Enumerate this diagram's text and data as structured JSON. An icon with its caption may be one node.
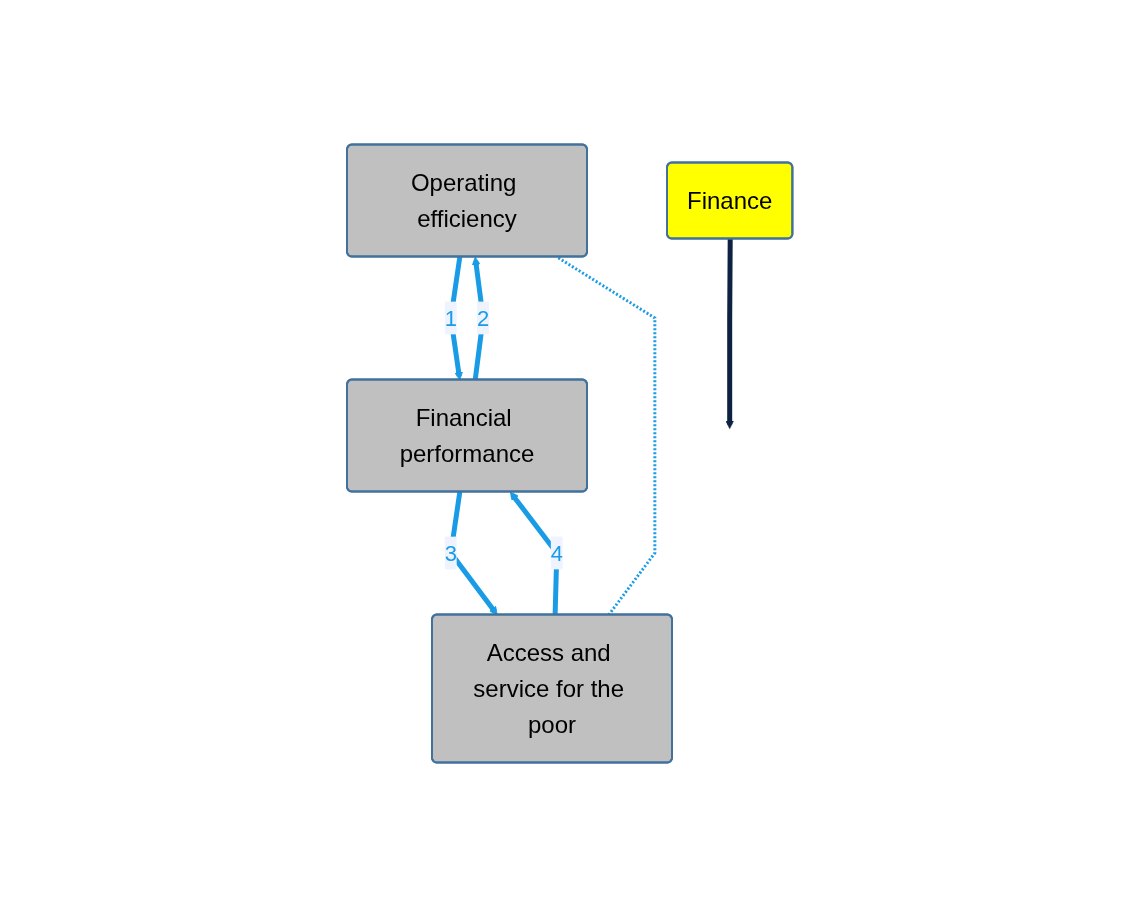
{
  "diagram": {
    "nodes": [
      {
        "text": [
          "Operating efficiency"
        ]
      },
      {
        "text": [
          "Access and service for the poor"
        ]
      },
      {
        "text": [
          "Financial performance"
        ]
      },
      {
        "text": [
          "Finance"
        ]
      }
    ],
    "edges": [
      {
        "from": 0,
        "to": 2,
        "arrow": "to",
        "label": "1"
      },
      {
        "from": 2,
        "to": 0,
        "arrow": "to",
        "label": "2"
      },
      {
        "from": 2,
        "to": 1,
        "arrow": "to",
        "label": "3"
      },
      {
        "from": 1,
        "to": 2,
        "arrow": "to",
        "label": "4"
      },
      {
        "from": 1,
        "to": 0,
        "arrow": "none",
        "style": "dashed"
      },
      {
        "from": 3,
        "to": null,
        "arrow": "to",
        "color": "#0d2240"
      }
    ]
  }
}
